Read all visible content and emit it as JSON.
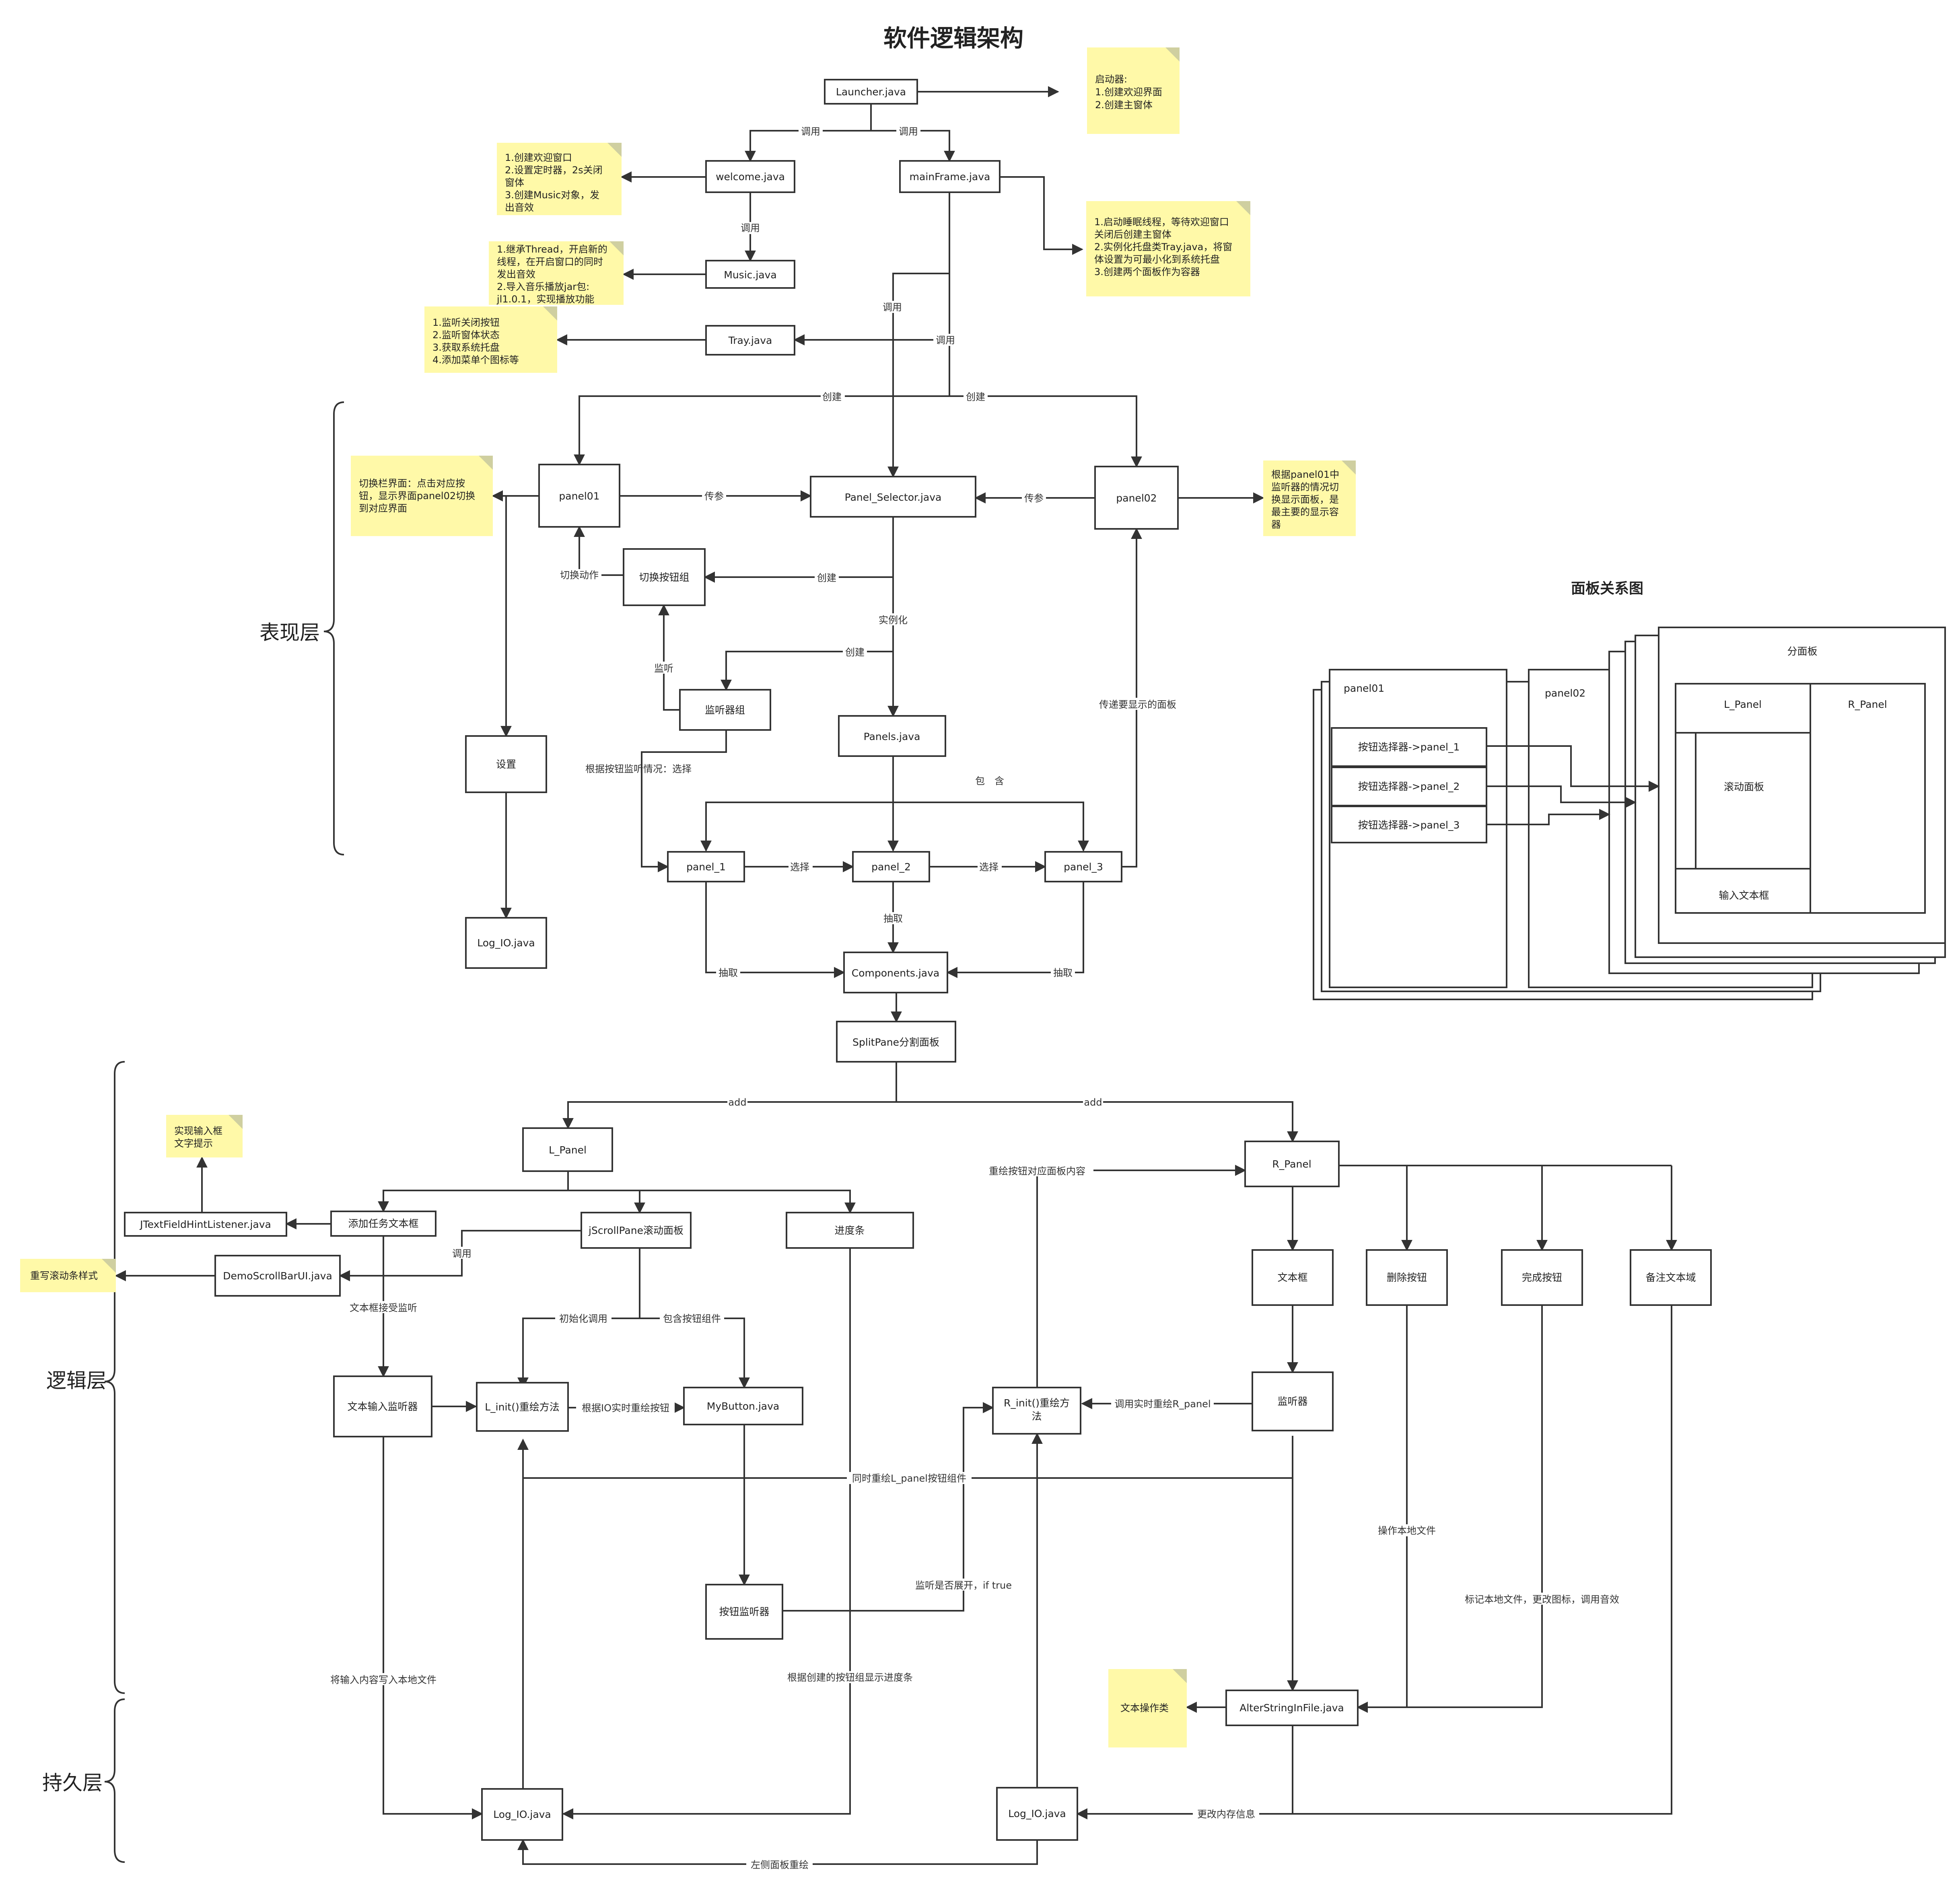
{
  "title": "软件逻辑架构",
  "subtitle": "面板关系图",
  "layers": {
    "presentation": "表现层",
    "logic": "逻辑层",
    "persistence": "持久层"
  },
  "nodes": {
    "launcher": "Launcher.java",
    "welcome": "welcome.java",
    "mainframe": "mainFrame.java",
    "music": "Music.java",
    "tray": "Tray.java",
    "panel01": "panel01",
    "panel_selector": "Panel_Selector.java",
    "panel02": "panel02",
    "switch_group": "切换按钮组",
    "listener_group": "监听器组",
    "panels": "Panels.java",
    "settings": "设置",
    "log_io_top": "Log_IO.java",
    "panel_1": "panel_1",
    "panel_2": "panel_2",
    "panel_3": "panel_3",
    "components": "Components.java",
    "splitpane": "SplitPane分割面板",
    "l_panel": "L_Panel",
    "r_panel": "R_Panel",
    "hint_listener": "JTextFieldHintListener.java",
    "add_task": "添加任务文本框",
    "jscroll": "jScrollPane滚动面板",
    "progress": "进度条",
    "demo_scroll": "DemoScrollBarUI.java",
    "text_listener": "文本输入监听器",
    "l_init": "L_init()重绘方法",
    "mybutton": "MyButton.java",
    "button_listener": "按钮监听器",
    "r_init": [
      "R_init()重绘方",
      "法"
    ],
    "textbox": "文本框",
    "delete_btn": "删除按钮",
    "done_btn": "完成按钮",
    "remark": "备注文本域",
    "monitor": "监听器",
    "alter": "AlterStringInFile.java",
    "log_io_l": "Log_IO.java",
    "log_io_r": "Log_IO.java"
  },
  "notes": {
    "launcher": [
      "启动器:",
      "1.创建欢迎界面",
      "2.创建主窗体"
    ],
    "welcome": [
      "1.创建欢迎窗口",
      "2.设置定时器，2s关闭",
      "窗体",
      "3.创建Music对象，发",
      "出音效"
    ],
    "music": [
      "1.继承Thread，开启新的",
      "线程，在开启窗口的同时",
      "发出音效",
      "2.导入音乐播放jar包:",
      "jl1.0.1，实现播放功能"
    ],
    "tray": [
      "1.监听关闭按钮",
      "2.监听窗体状态",
      "3.获取系统托盘",
      "4.添加菜单个图标等"
    ],
    "mainframe": [
      "1.启动睡眠线程，等待欢迎窗口",
      "关闭后创建主窗体",
      "2.实例化托盘类Tray.java，将窗",
      "体设置为可最小化到系统托盘",
      "3.创建两个面板作为容器"
    ],
    "panel01": [
      "切换栏界面：点击对应按",
      "钮，显示界面panel02切换",
      "到对应界面"
    ],
    "panel02": [
      "根据panel01中",
      "监听器的情况切",
      "换显示面板，是",
      "最主要的显示容",
      "器"
    ],
    "hint": [
      "实现输入框",
      "文字提示"
    ],
    "scroll": [
      "重写滚动条样式"
    ],
    "textop": [
      "文本操作类"
    ]
  },
  "edge_labels": {
    "call": "调用",
    "create": "创建",
    "pass": "传参",
    "switch_action": "切换动作",
    "instantiate": "实例化",
    "listen": "监听",
    "by_listen": "根据按钮监听情况：选择",
    "contain": "包　含",
    "select": "选择",
    "pass_panel": "传递要显示的面板",
    "extract": "抽取",
    "add": "add",
    "redraw_btn": "重绘按钮对应面板内容",
    "text_accept": "文本框接受监听",
    "init_call": "初始化调用",
    "contain_btn": "包含按钮组件",
    "redraw_by_io": "根据IO实时重绘按钮",
    "call_redraw_r": "调用实时重绘R_panel",
    "sync_redraw": "同时重绘L_panel按钮组件",
    "listen_expand": "监听是否展开，if true",
    "op_local": "操作本地文件",
    "mark_local": "标记本地文件，更改图标，调用音效",
    "write_local": "将输入内容写入本地文件",
    "progress_by_btn": "根据创建的按钮组显示进度条",
    "update_mem": "更改内存信息",
    "left_redraw": "左侧面板重绘"
  },
  "panel_diagram": {
    "panel01": "panel01",
    "panel02": "panel02",
    "subpanel": "分面板",
    "selectors": [
      "按钮选择器->panel_1",
      "按钮选择器->panel_2",
      "按钮选择器->panel_3"
    ],
    "l_panel": "L_Panel",
    "r_panel": "R_Panel",
    "scroll_panel": "滚动面板",
    "input_box": "输入文本框"
  }
}
